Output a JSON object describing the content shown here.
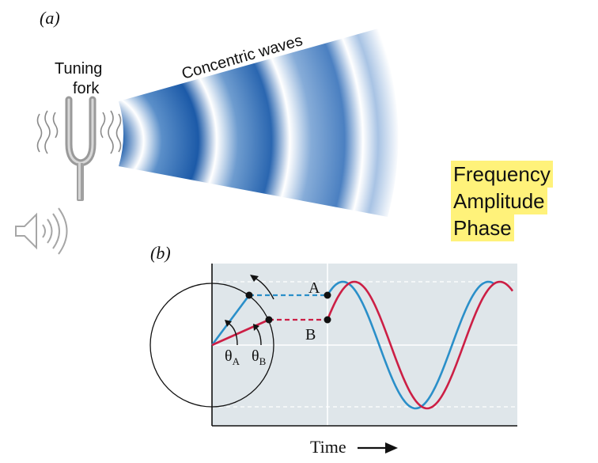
{
  "panel_a": {
    "label": "(a)",
    "tuning_fork_label_line1": "Tuning",
    "tuning_fork_label_line2": "fork",
    "waves_label": "Concentric waves"
  },
  "highlight_terms": [
    "Frequency",
    "Amplitude",
    "Phase"
  ],
  "panel_b": {
    "label": "(b)",
    "point_a": "A",
    "point_b": "B",
    "theta_a": "θ",
    "theta_a_sub": "A",
    "theta_b": "θ",
    "theta_b_sub": "B",
    "time_label": "Time"
  },
  "colors": {
    "wave_blue": "#1f5fae",
    "series_blue": "#2a8fc9",
    "series_red": "#cc1f45",
    "plot_bg": "#dfe6ea",
    "highlight": "#fff27a"
  },
  "icons": [
    "tuning-fork-icon",
    "speaker-icon",
    "arrow-right-icon"
  ]
}
